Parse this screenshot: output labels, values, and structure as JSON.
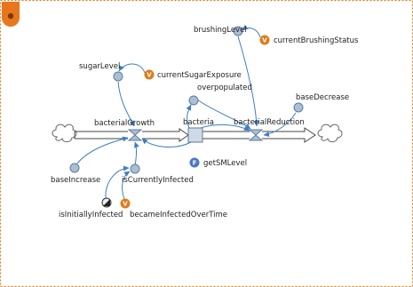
{
  "colors": {
    "frame_border": "#e07b1a",
    "frame_bg": "#ffffff",
    "logo": "#e8761c",
    "link": "#3d7ec4",
    "variable_fill": "#a9bfd6",
    "variable_stroke": "#5f7c9b",
    "stock_fill": "#cfdae6",
    "badge_v": "#e07b1a",
    "badge_f": "#4a78c2"
  },
  "icons": {
    "logo": "anylogic-logo-icon",
    "cloud": "cloud-icon",
    "valve": "valve-icon",
    "variable_badge": "variable-v-icon",
    "function_badge": "function-f-icon"
  },
  "nodes": {
    "sugar_level": "sugarLevel",
    "current_sugar_exposure": "currentSugarExposure",
    "brushing_level": "brushingLevel",
    "current_brushing_status": "currentBrushingStatus",
    "overpopulated": "overpopulated",
    "base_decrease": "baseDecrease",
    "bacterial_growth": "bacterialGrowth",
    "bacteria": "bacteria",
    "bacterial_reduction": "bacterialReduction",
    "get_sm_level": "getSMLevel",
    "base_increase": "baseIncrease",
    "is_currently_infected": "isCurrentlyInfected",
    "is_initially_infected": "isInitiallyInfected",
    "became_infected_over_time": "becameInfectedOverTime"
  },
  "badges": {
    "v": "V",
    "f": "F"
  }
}
